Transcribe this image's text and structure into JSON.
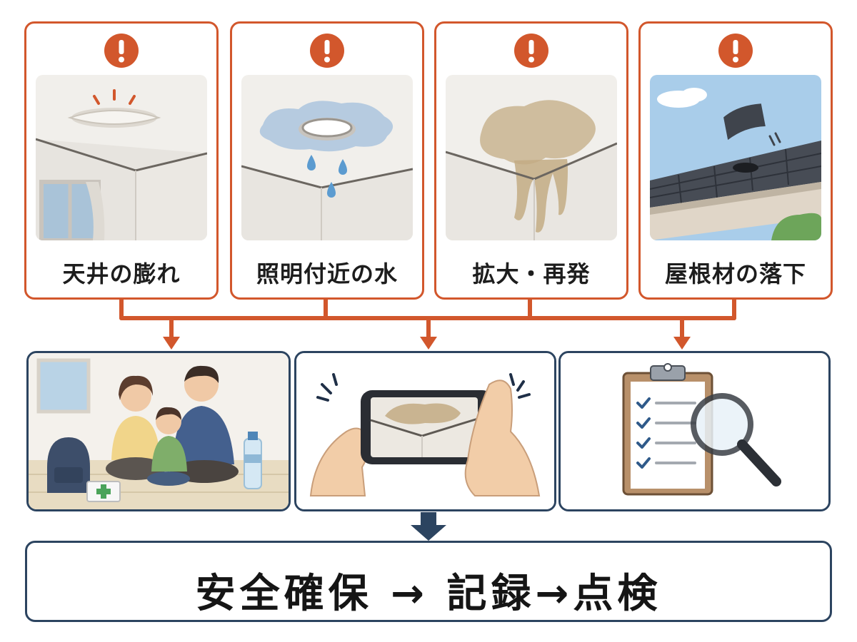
{
  "warnings": [
    {
      "label": "天井の膨れ",
      "icon": "ceiling-bulge-icon"
    },
    {
      "label": "照明付近の水",
      "icon": "light-water-icon"
    },
    {
      "label": "拡大・再発",
      "icon": "stain-spread-icon"
    },
    {
      "label": "屋根材の落下",
      "icon": "roof-tile-falling-icon"
    }
  ],
  "actions": [
    {
      "icon": "family-safety-icon"
    },
    {
      "icon": "smartphone-photo-icon"
    },
    {
      "icon": "checklist-inspection-icon"
    }
  ],
  "result": {
    "text": "安全確保 → 記録→点検"
  },
  "colors": {
    "warning_accent": "#d2572c",
    "action_border": "#2c4460",
    "arrow_dark": "#2c4460"
  }
}
